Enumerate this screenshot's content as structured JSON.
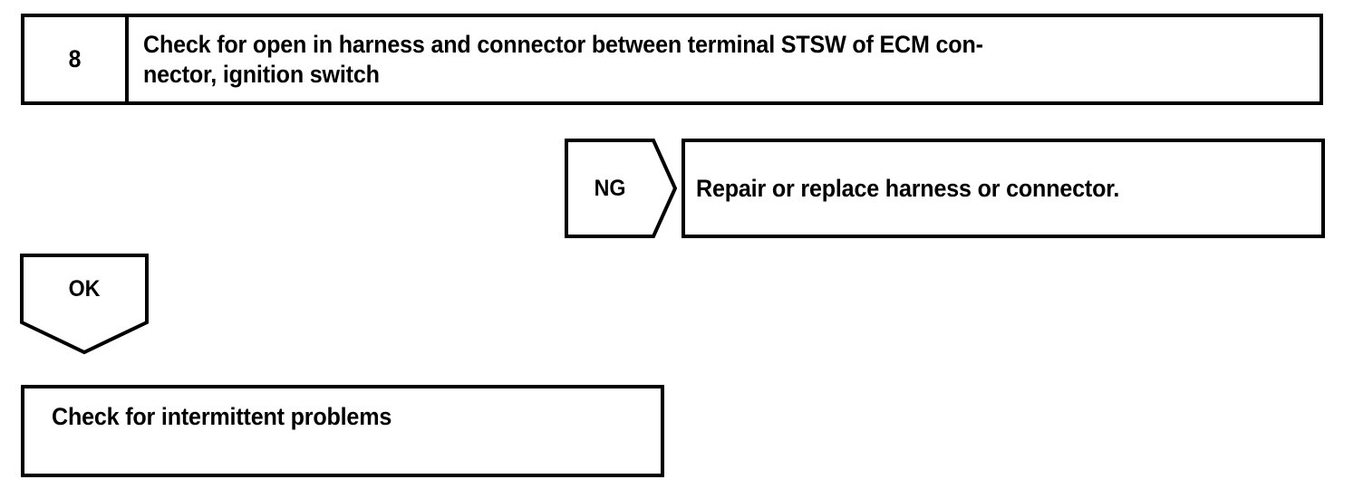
{
  "diagram": {
    "type": "troubleshooting-flowchart",
    "colors": {
      "stroke": "#000000",
      "fill": "#ffffff",
      "text": "#000000"
    },
    "step": {
      "number": "8",
      "instruction_line_1": "Check for open in harness and connector between terminal STSW of ECM con-",
      "instruction_line_2": "nector, ignition switch",
      "instruction_full": "Check for open in harness and connector between terminal STSW of ECM connector, ignition switch"
    },
    "branches": {
      "ng": {
        "label": "NG",
        "shape": "right-pointing-pentagon",
        "result_text": "Repair or replace harness or connector."
      },
      "ok": {
        "label": "OK",
        "shape": "down-pointing-pentagon",
        "result_text": "Check for intermittent problems"
      }
    }
  }
}
